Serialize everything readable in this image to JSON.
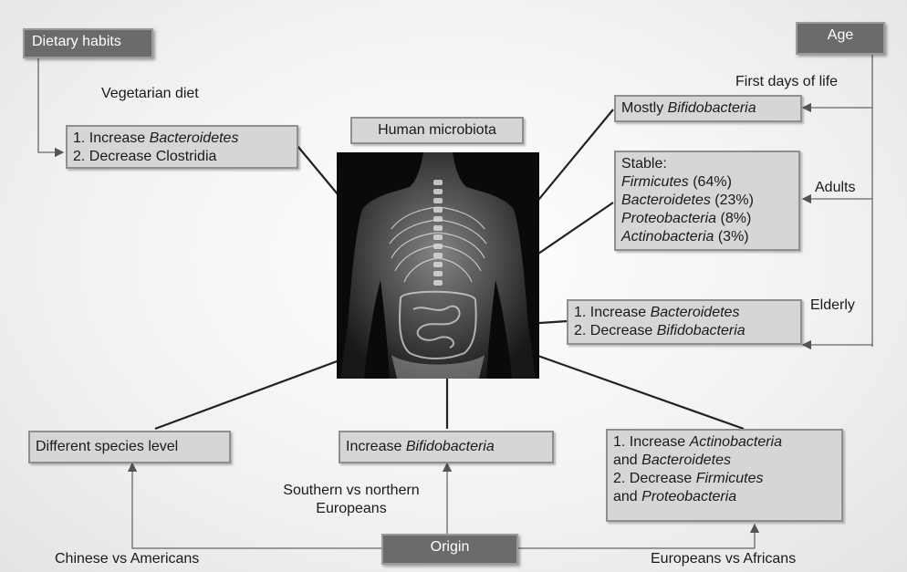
{
  "title_box": "Human microbiota",
  "dietary": {
    "header": "Dietary habits",
    "label": "Vegetarian diet",
    "item1_prefix": "1. Increase ",
    "item1_taxon": "Bacteroidetes",
    "item2": "2. Decrease Clostridia"
  },
  "age": {
    "header": "Age",
    "first_days_label": "First days of life",
    "first_days_prefix": "Mostly ",
    "first_days_taxon": "Bifidobacteria",
    "adults_label": "Adults",
    "stable": "Stable:",
    "phyla": [
      {
        "name": "Firmicutes",
        "pct": " (64%)"
      },
      {
        "name": "Bacteroidetes",
        "pct": " (23%)"
      },
      {
        "name": "Proteobacteria",
        "pct": " (8%)"
      },
      {
        "name": "Actinobacteria",
        "pct": " (3%)"
      }
    ],
    "elderly_label": "Elderly",
    "elderly_item1_prefix": "1. Increase ",
    "elderly_item1_taxon": "Bacteroidetes",
    "elderly_item2_prefix": "2. Decrease ",
    "elderly_item2_taxon": "Bifidobacteria"
  },
  "origin": {
    "header": "Origin",
    "left_label": "Chinese vs Americans",
    "left_box": "Different species level",
    "mid_label_line1": "Southern vs northern",
    "mid_label_line2": "Europeans",
    "mid_box_prefix": "Increase ",
    "mid_box_taxon": "Bifidobacteria",
    "right_label": "Europeans vs Africans",
    "right_l1_prefix": "1. Increase ",
    "right_l1_taxon": "Actinobacteria",
    "right_l2_prefix": "and ",
    "right_l2_taxon": "Bacteroidetes",
    "right_l3_prefix": "2. Decrease ",
    "right_l3_taxon": "Firmicutes",
    "right_l4_prefix": "and ",
    "right_l4_taxon": "Proteobacteria"
  }
}
